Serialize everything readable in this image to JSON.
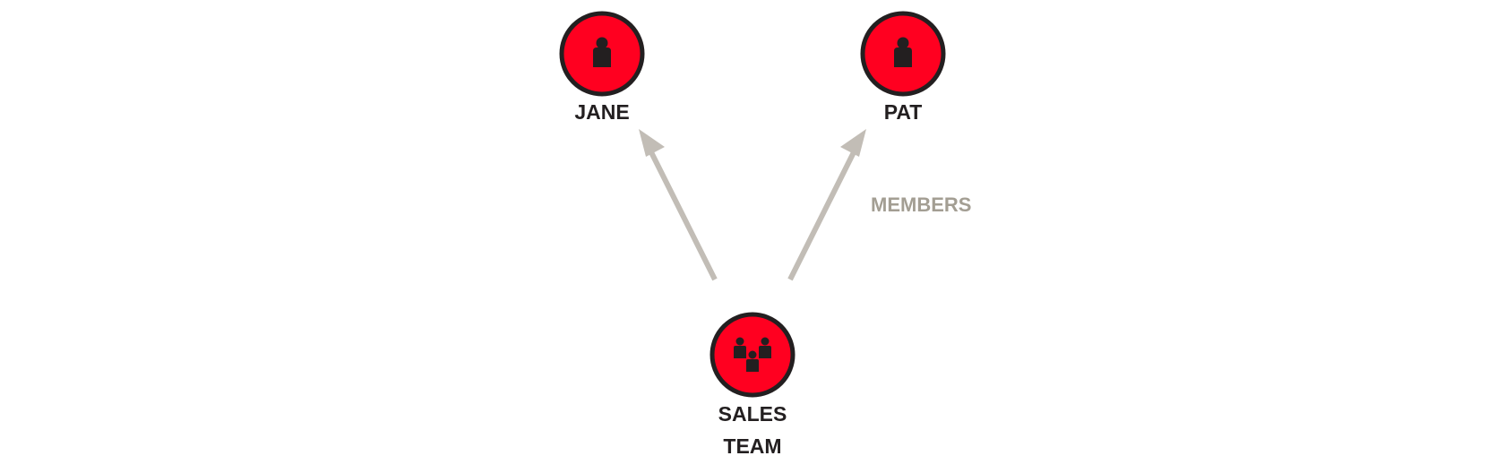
{
  "colors": {
    "node_fill": "#ff0020",
    "node_stroke": "#231f20",
    "icon": "#231f20",
    "label": "#231f20",
    "edge": "#c2bdb6",
    "edge_label": "#a39e93"
  },
  "nodes": {
    "jane": {
      "label": "JANE",
      "icon": "person-icon"
    },
    "pat": {
      "label": "PAT",
      "icon": "person-icon"
    },
    "sales_team": {
      "label_line1": "SALES",
      "label_line2": "TEAM",
      "icon": "group-icon"
    }
  },
  "edges": {
    "members": {
      "label": "MEMBERS",
      "from": "sales_team",
      "to": [
        "jane",
        "pat"
      ]
    }
  }
}
